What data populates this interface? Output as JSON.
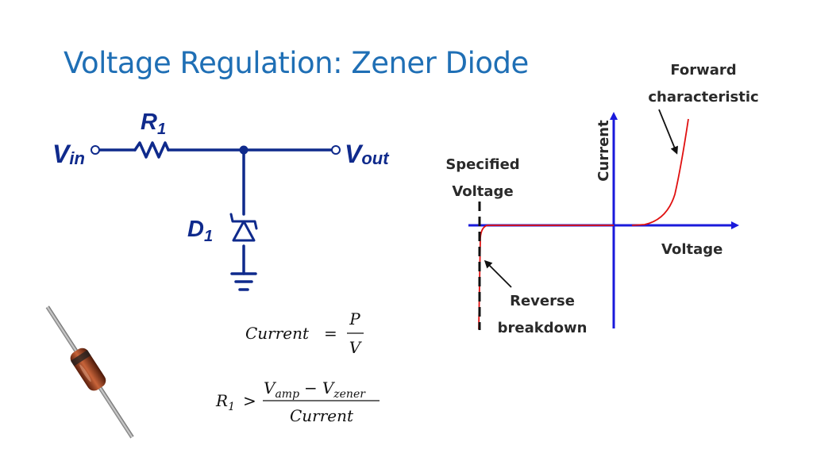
{
  "slide": {
    "title": "Voltage Regulation: Zener Diode"
  },
  "circuit": {
    "v_in": {
      "main": "V",
      "sub": "in"
    },
    "v_out": {
      "main": "V",
      "sub": "out"
    },
    "resistor": {
      "main": "R",
      "sub": "1"
    },
    "diode": {
      "main": "D",
      "sub": "1"
    },
    "wire_color": "#0f2a8c"
  },
  "graph": {
    "y_axis_label": "Current",
    "x_axis_label": "Voltage",
    "forward_label_line1": "Forward",
    "forward_label_line2": "characteristic",
    "specified_label_line1": "Specified",
    "specified_label_line2": "Voltage",
    "reverse_label_line1": "Reverse",
    "reverse_label_line2": "breakdown",
    "axis_color": "#1a1adb",
    "curve_color": "#e01010"
  },
  "equations": {
    "current_lhs": "Current",
    "current_num": "P",
    "current_den": "V",
    "r_lhs_main": "R",
    "r_lhs_sub": "1",
    "r_num_a_main": "V",
    "r_num_a_sub": "amp",
    "r_num_minus": "−",
    "r_num_b_main": "V",
    "r_num_b_sub": "zener",
    "r_den": "Current"
  }
}
